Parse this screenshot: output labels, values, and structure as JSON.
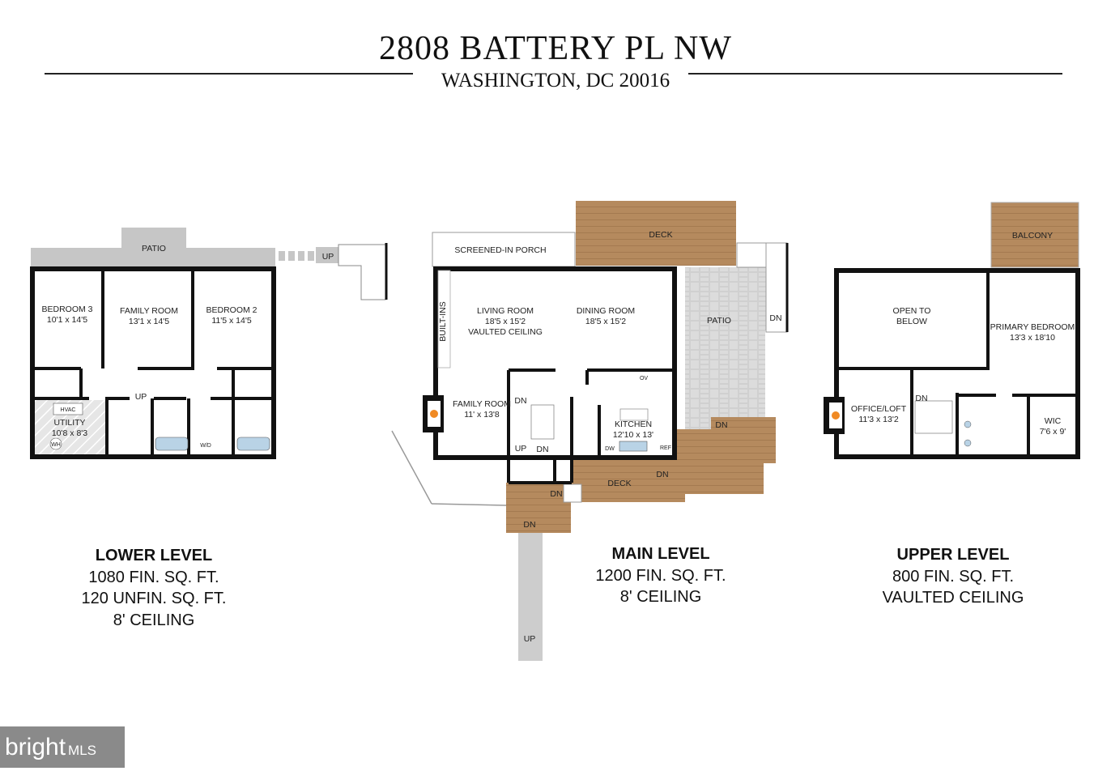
{
  "header": {
    "title": "2808 BATTERY PL NW",
    "subtitle": "WASHINGTON, DC 20016"
  },
  "levels": [
    {
      "name": "LOWER LEVEL",
      "details": [
        "1080 FIN. SQ. FT.",
        "120 UNFIN. SQ. FT.",
        "8' CEILING"
      ],
      "labels": [
        "PATIO",
        "UP",
        "BEDROOM 3",
        "10'1 x 14'5",
        "FAMILY ROOM",
        "13'1 x 14'5",
        "BEDROOM 2",
        "11'5 x 14'5",
        "HVAC",
        "UTILITY",
        "10'8 x 8'3",
        "WH",
        "UP",
        "W/D"
      ]
    },
    {
      "name": "MAIN LEVEL",
      "details": [
        "1200 FIN. SQ. FT.",
        "8' CEILING"
      ],
      "labels": [
        "SCREENED-IN PORCH",
        "DECK",
        "BUILT-INS",
        "LIVING ROOM",
        "18'5 x 15'2",
        "VAULTED CEILING",
        "DINING ROOM",
        "18'5 x 15'2",
        "PATIO",
        "DN",
        "FAMILY ROOM",
        "11' x 13'8",
        "DN",
        "UP",
        "DN",
        "OV",
        "KITCHEN",
        "12'10 x 13'",
        "DW",
        "REF",
        "DN",
        "DN",
        "DECK",
        "DN",
        "DN",
        "UP"
      ]
    },
    {
      "name": "UPPER LEVEL",
      "details": [
        "800 FIN. SQ. FT.",
        "VAULTED CEILING"
      ],
      "labels": [
        "BALCONY",
        "OPEN TO",
        "BELOW",
        "PRIMARY BEDROOM",
        "13'3 x 18'10",
        "OFFICE/LOFT",
        "11'3 x 13'2",
        "DN",
        "WIC",
        "7'6 x 9'"
      ]
    }
  ],
  "watermark": {
    "brand": "bright",
    "suffix": "MLS"
  },
  "colors": {
    "wall": "#111111",
    "deck": "#b58a5e",
    "patio": "#cfcfcf",
    "stone": "#d6d6d6"
  }
}
